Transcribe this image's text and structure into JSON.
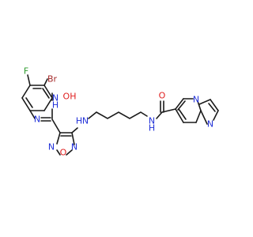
{
  "labels": {
    "bromine": "Br",
    "fluorine": "F",
    "anilide_n": "N",
    "hydroxy": "OH",
    "hydroxy_n": "N",
    "amidine_n": "N",
    "amidine_h": "H",
    "ring_o": "O",
    "ring_n1": "N",
    "ring_n2": "N",
    "amine_n": "N",
    "amine_h": "H",
    "amide_n": "N",
    "amide_h": "H",
    "carbonyl_o": "O",
    "pyridine_n": "N",
    "imidazole_n": "N"
  },
  "colors": {
    "bond": "#1a1a1a",
    "nitrogen": "#2030d8",
    "oxygen": "#e02020",
    "bromine": "#a52a2a",
    "fluorine": "#2e9b2e"
  }
}
